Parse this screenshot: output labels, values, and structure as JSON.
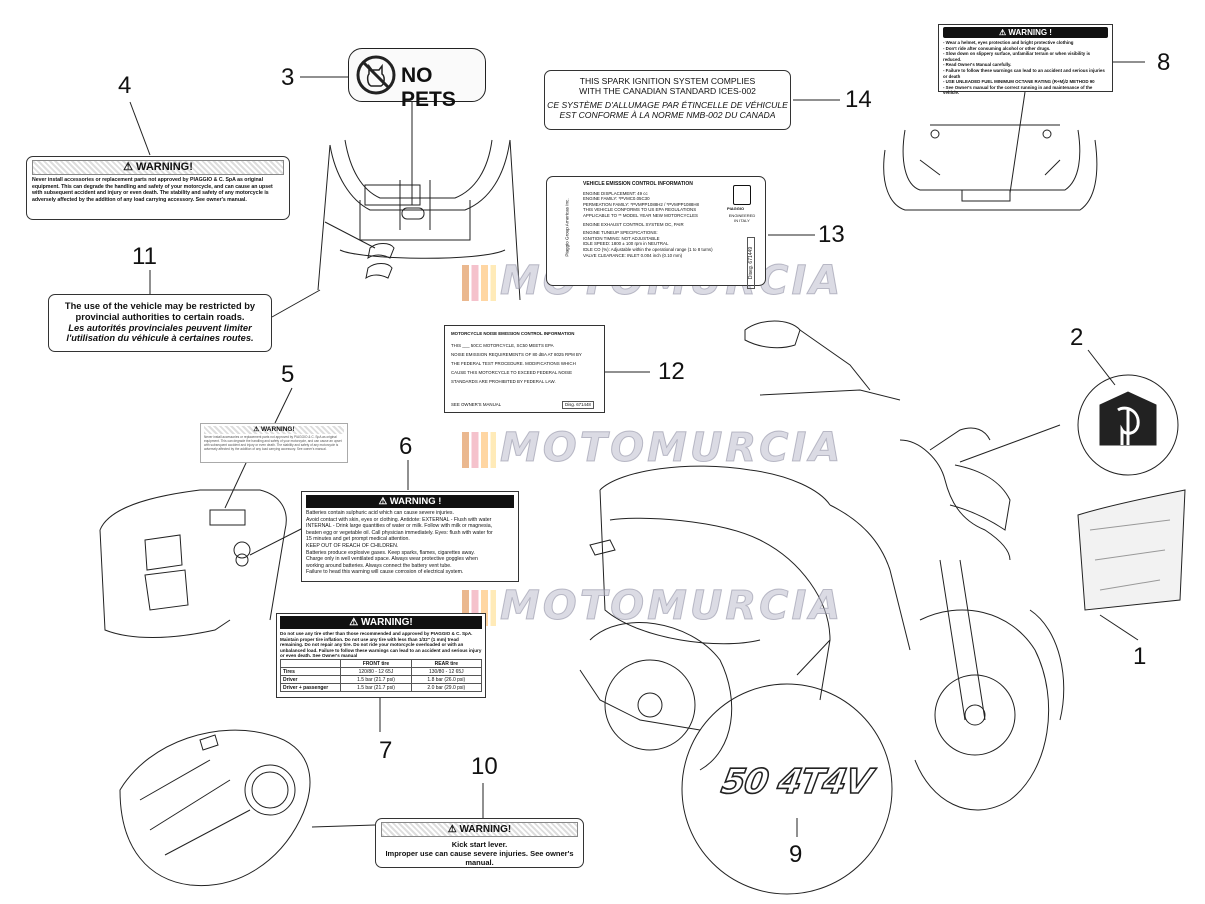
{
  "callouts": [
    "1",
    "2",
    "3",
    "4",
    "5",
    "6",
    "7",
    "8",
    "9",
    "10",
    "11",
    "12",
    "13",
    "14"
  ],
  "no_pets": "NO PETS",
  "ices": {
    "line1": "THIS SPARK IGNITION SYSTEM COMPLIES",
    "line2": "WITH THE CANADIAN STANDARD ICES-002",
    "line3": "CE SYSTÈME D'ALLUMAGE PAR ÉTINCELLE DE VÉHICULE",
    "line4": "EST CONFORME À LA NORME NMB-002 DU CANADA"
  },
  "label4": {
    "head": "⚠ WARNING!",
    "body": "Never install accessories or replacement parts not approved by PIAGGIO & C. SpA as original equipment. This can degrade the handling and safety of your motorcycle, and can cause an upset with subsequent accident and injury or even death. The stability and safety of any motorcycle is adversely affected by the addition of any load carrying accessory. See owner's manual."
  },
  "label5": {
    "head": "⚠ WARNING!",
    "body": "Never install accessories or replacement parts not approved by PIAGGIO & C. SpA as original equipment. This can degrade the handling and safety of your motorcycle, and can cause an upset with subsequent accident and injury or even death. The stability and safety of any motorcycle is adversely affected by the addition of any load carrying accessory. See owner's manual."
  },
  "label11": {
    "line1": "The use of the vehicle may be restricted by",
    "line2": "provincial authorities to certain roads.",
    "line3": "Les autorités provinciales peuvent limiter",
    "line4": "l'utilisation du véhicule à certaines routes."
  },
  "label8": {
    "head": "⚠ WARNING !",
    "lines": [
      "- Wear a helmet, eyes protection and bright protective clothing",
      "- Don't ride after consuming alcohol or other drugs.",
      "- Slow down on slippery surface, unfamiliar terrain or when visibility is reduced.",
      "- Read Owner's Manual carefully.",
      "- Failure to follow these warnings can lead to an accident and serious injuries or death",
      "- USE UNLEADED FUEL MINIMUM OCTANE RATING (R+M)/2 METHOD 90",
      "- See Owner's manual for the correct running in and maintenance of the vehicle."
    ]
  },
  "label13": {
    "title": "VEHICLE EMISSION CONTROL INFORMATION",
    "side": "Piaggio Group Americas Inc.",
    "lines": [
      "ENGINE DISPLACEMENT: 49 cc",
      "ENGINE FAMILY: *PVMC0.05C30",
      "PERMEATION FAMILY: *PVMPP1088H2 / *PVMPP1088H8",
      "THIS VEHICLE CONFORMS TO US EPA REGULATIONS",
      "APPLICABLE TO ** MODEL YEAR NEW MOTORCYCLES",
      "",
      "ENGINE EXHAUST CONTROL SYSTEM OC, PAIR",
      "",
      "ENGINE TUNEUP SPECIFICATIONS:",
      "IGNITION TIMING: NOT ADJUSTABLE",
      "IDLE SPEED: 1800 ± 100 rpm in NEUTRAL",
      "IDLE CO (%): Adjustable within the operational range (1 to 8 turns)",
      "VALVE CLEARANCE: INLET 0.004 inch (0.10 mm)"
    ],
    "logo": "PIAGGIO",
    "eng": "ENGINEERED IN ITALY",
    "code": "Diseg. 671449"
  },
  "label12": {
    "title": "MOTORCYCLE NOISE EMISSION CONTROL INFORMATION",
    "lines": [
      "THIS ___ 50CC MOTORCYCLE, SC50 MEETS EPA",
      "NOISE EMISSION REQUIREMENTS OF 80 dBA AT 8025 RPM BY",
      "THE FEDERAL TEST PROCEDURE. MODIFICATIONS WHICH",
      "CAUSE THIS MOTORCYCLE TO EXCEED FEDERAL NOISE",
      "STANDARDS ARE PROHIBITED BY FEDERAL LAW."
    ],
    "foot": "SEE OWNER'S MANUAL",
    "code": "Disg. 671448"
  },
  "label6": {
    "head": "⚠ WARNING !",
    "lines": [
      "Batteries contain sulphuric acid which can cause severe injuries.",
      "Avoid contact with skin, eyes or clothing. Antidote: EXTERNAL - Flush with water",
      "INTERNAL - Drink large quantities of water or milk. Follow with milk or magnesia,",
      "beaten egg or vegetable oil. Call physician immediately. Eyes: flush with water for",
      "15 minutes and get prompt medical attention.",
      "KEEP OUT OF REACH OF CHILDREN.",
      "Batteries produce explosive gases. Keep sparks, flames, cigarettes away.",
      "Charge only in well ventilated space. Always wear protective goggles when",
      "working around batteries. Always connect the battery vent tube.",
      "Failure to head this warning will cause corrosion of electrical system."
    ]
  },
  "label7": {
    "head": "⚠ WARNING!",
    "left": "Do not use any tire other than those recommended and approved by PIAGGIO & C. SpA. Maintain proper tire inflation. Do not use any tire with less than 1/32\" (1 mm) tread remaining. Do not repair any tire. Do not ride your motorcycle overloaded or with an unbalanced load. Failure to follow these warnings can lead to an accident and serious injury or even death. See Owner's manual",
    "cols": [
      "",
      "FRONT tire",
      "REAR tire"
    ],
    "rows": [
      [
        "Tires",
        "120/80 - 12 65J",
        "130/80 - 12 65J"
      ],
      [
        "Driver",
        "1.5 bar (21.7 psi)",
        "1.8 bar (26.0 psi)"
      ],
      [
        "Driver + passenger",
        "1.5 bar (21.7 psi)",
        "2.0 bar (29.0 psi)"
      ]
    ]
  },
  "label10": {
    "head": "⚠ WARNING!",
    "line1": "Kick start lever.",
    "line2": "Improper use can cause severe injuries. See owner's manual."
  },
  "logo9": "50 4T4V",
  "watermark": "MOTOMURCIA"
}
